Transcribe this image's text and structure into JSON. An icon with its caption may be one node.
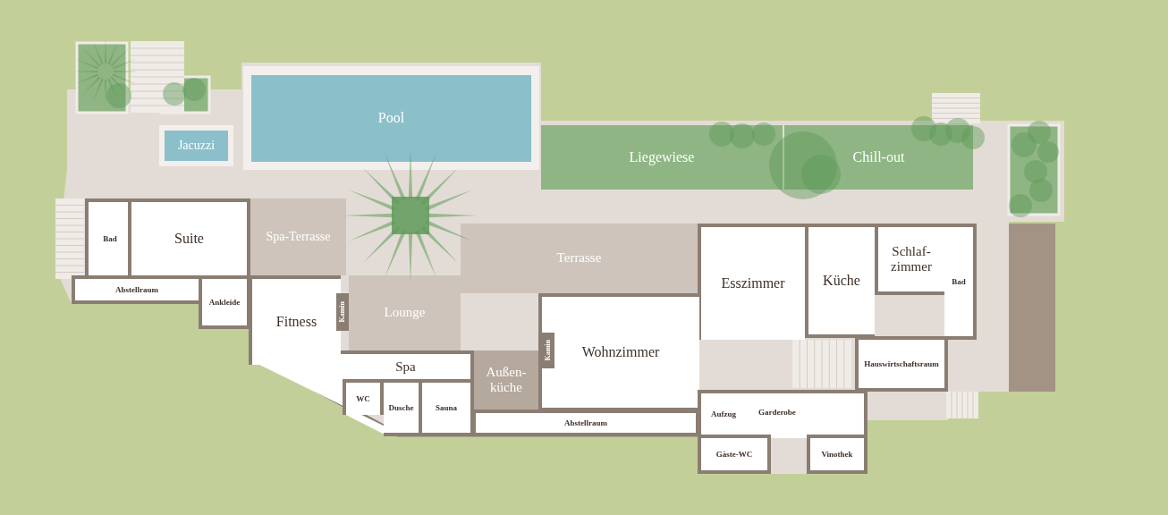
{
  "diagram": {
    "nodes": [
      {
        "text": [
          "Pool"
        ]
      },
      {
        "text": [
          "Jacuzzi"
        ]
      },
      {
        "text": [
          "Liegewiese"
        ]
      },
      {
        "text": [
          "Chill-out"
        ]
      },
      {
        "text": [
          "Bad"
        ]
      },
      {
        "text": [
          "Suite"
        ]
      },
      {
        "text": [
          "Spa-Terrasse"
        ]
      },
      {
        "text": [
          "Terrasse"
        ]
      },
      {
        "text": [
          "Abstellraum"
        ]
      },
      {
        "text": [
          "Ankleide"
        ]
      },
      {
        "text": [
          "Fitness"
        ]
      },
      {
        "text": [
          "Kamin"
        ]
      },
      {
        "text": [
          "Lounge"
        ]
      },
      {
        "text": [
          "Esszimmer"
        ]
      },
      {
        "text": [
          "Küche"
        ]
      },
      {
        "text": [
          "Schlaf- zimmer"
        ]
      },
      {
        "text": [
          "Bad"
        ]
      },
      {
        "text": [
          "Kamin"
        ],
        "in": 18
      },
      {
        "text": [
          "Wohnzimmer"
        ]
      },
      {
        "text": [
          "Außen- küche"
        ]
      },
      {
        "text": [
          "Spa"
        ]
      },
      {
        "text": [
          "Hauswirtschaftsraum"
        ]
      },
      {
        "text": [
          "WC"
        ]
      },
      {
        "text": [
          "Dusche"
        ]
      },
      {
        "text": [
          "Sauna"
        ]
      },
      {
        "text": [
          "Abstellraum"
        ]
      },
      {
        "text": [
          "Aufzug"
        ]
      },
      {
        "text": [
          "Garderobe"
        ]
      },
      {
        "text": [
          "Gäste-WC"
        ]
      },
      {
        "text": [
          "Vinothek"
        ]
      }
    ]
  }
}
